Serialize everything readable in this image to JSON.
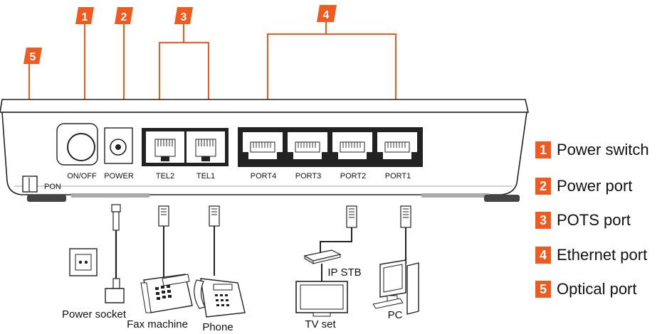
{
  "callouts": [
    {
      "num": "1",
      "name": "Power switch"
    },
    {
      "num": "2",
      "name": "Power port"
    },
    {
      "num": "3",
      "name": "POTS port"
    },
    {
      "num": "4",
      "name": "Ethernet port"
    },
    {
      "num": "5",
      "name": "Optical port"
    }
  ],
  "router_labels": {
    "on_off": "ON/OFF",
    "power": "POWER",
    "tel2": "TEL2",
    "tel1": "TEL1",
    "port4": "PORT4",
    "port3": "PORT3",
    "port2": "PORT2",
    "port1": "PORT1",
    "pon": "PON"
  },
  "devices": {
    "power_socket": "Power socket",
    "fax_machine": "Fax machine",
    "phone": "Phone",
    "ip_stb": "IP STB",
    "tv_set": "TV set",
    "pc": "PC"
  },
  "colors": {
    "accent": "#f05a1e",
    "line": "#222222",
    "body": "#ffffff"
  }
}
